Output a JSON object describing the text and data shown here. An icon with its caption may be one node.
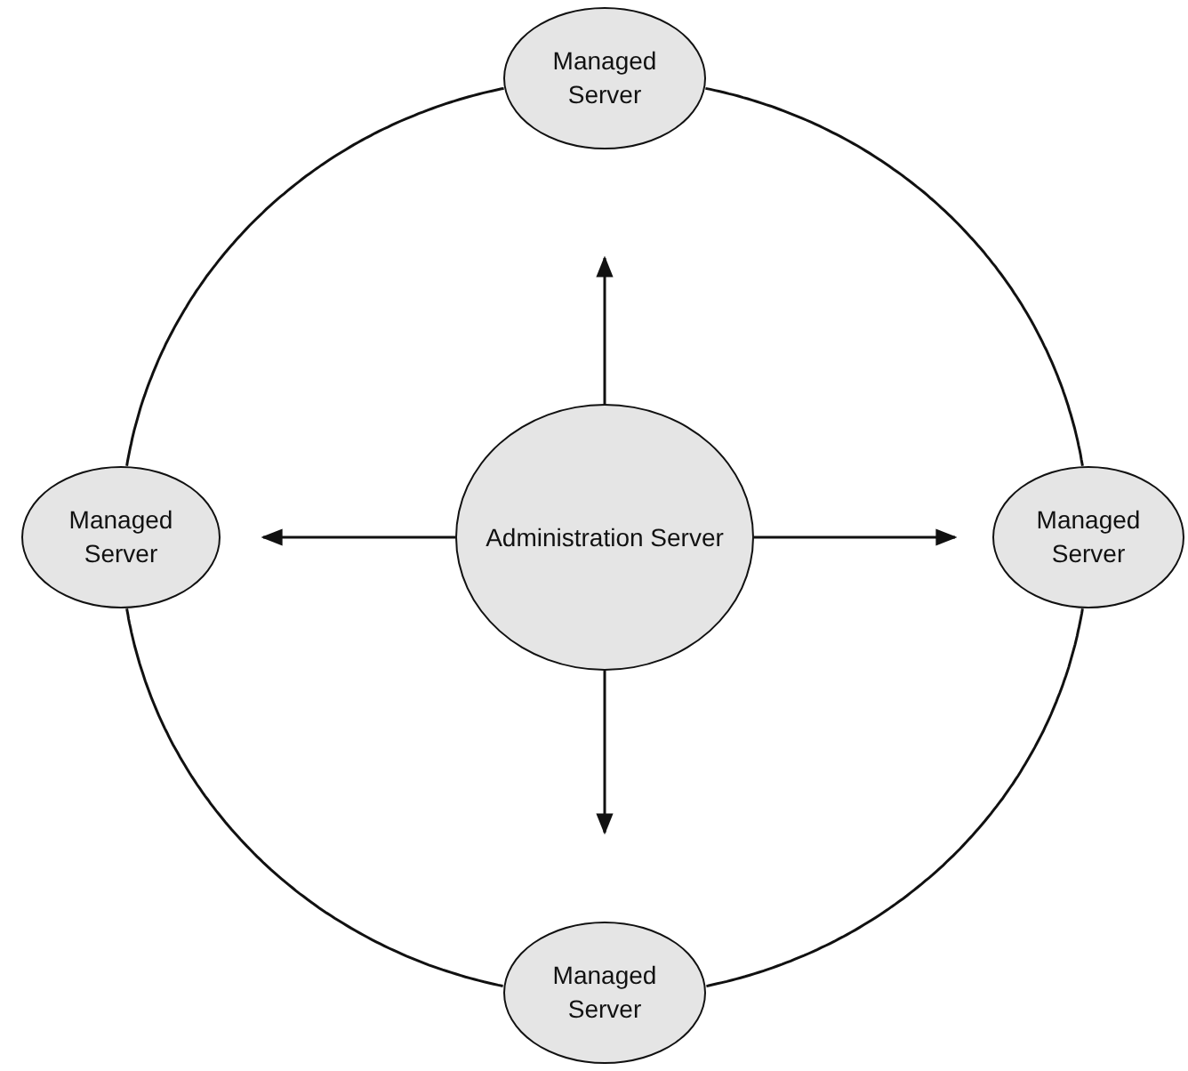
{
  "diagram": {
    "nodes": [
      {
        "text": [
          "Managed Server"
        ]
      },
      {
        "text": [
          "Managed Server"
        ]
      },
      {
        "text": [
          "Administration Server"
        ]
      },
      {
        "text": [
          "Managed Server"
        ]
      },
      {
        "text": [
          "Managed Server"
        ]
      }
    ],
    "edges": [
      {
        "from": 0,
        "to": 3,
        "arrow": "none"
      },
      {
        "from": 3,
        "to": 4,
        "arrow": "none"
      },
      {
        "from": 4,
        "to": 1,
        "arrow": "none"
      },
      {
        "from": 1,
        "to": 0,
        "arrow": "none"
      },
      {
        "from": 2,
        "to": 0,
        "arrow": "to"
      },
      {
        "from": 2,
        "to": 1,
        "arrow": "to"
      },
      {
        "from": 2,
        "to": 3,
        "arrow": "to"
      },
      {
        "from": 2,
        "to": 4,
        "arrow": "to"
      }
    ]
  }
}
